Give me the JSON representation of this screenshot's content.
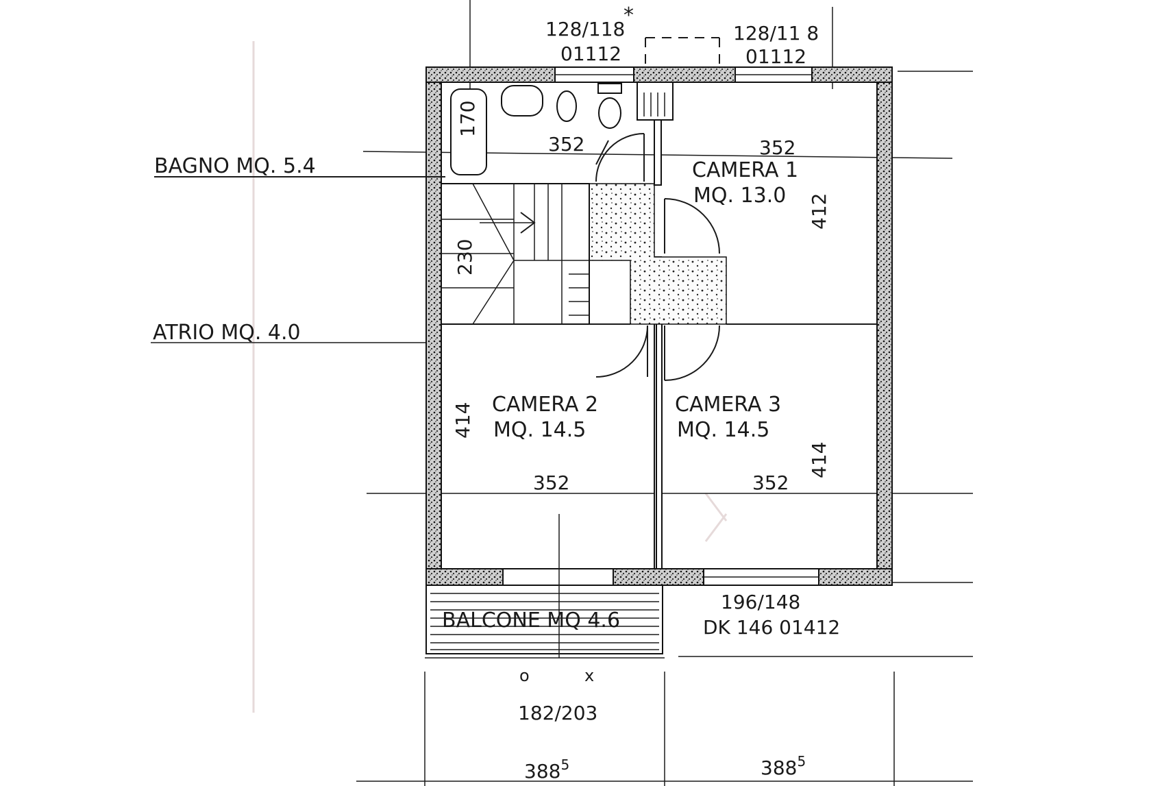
{
  "rooms": {
    "bagno": "BAGNO MQ. 5.4",
    "atrio": "ATRIO  MQ. 4.0",
    "camera1_name": "CAMERA 1",
    "camera1_area": "MQ. 13.0",
    "camera2_name": "CAMERA 2",
    "camera2_area": "MQ. 14.5",
    "camera3_name": "CAMERA 3",
    "camera3_area": "MQ. 14.5",
    "balcone": "BALCONE MQ 4.6"
  },
  "windows": {
    "top_left_size": "128/118",
    "top_left_code": "01112",
    "top_left_mark": "*",
    "top_right_size": "128/11 8",
    "top_right_code": "01112",
    "bottom_right_size": "196/148",
    "bottom_right_code": "DK 146  01412",
    "door_marks_o": "o",
    "door_marks_x": "x",
    "door_size": "182/203"
  },
  "dimensions": {
    "bath_width": "352",
    "bath_tub": "170",
    "camera1_width": "352",
    "camera1_depth": "412",
    "stair_depth": "230",
    "camera2_depth": "414",
    "camera2_width": "352",
    "camera3_width": "352",
    "camera3_depth": "414",
    "bottom_left_base": "388",
    "bottom_left_sup": "5",
    "bottom_right_base": "388",
    "bottom_right_sup": "5"
  }
}
